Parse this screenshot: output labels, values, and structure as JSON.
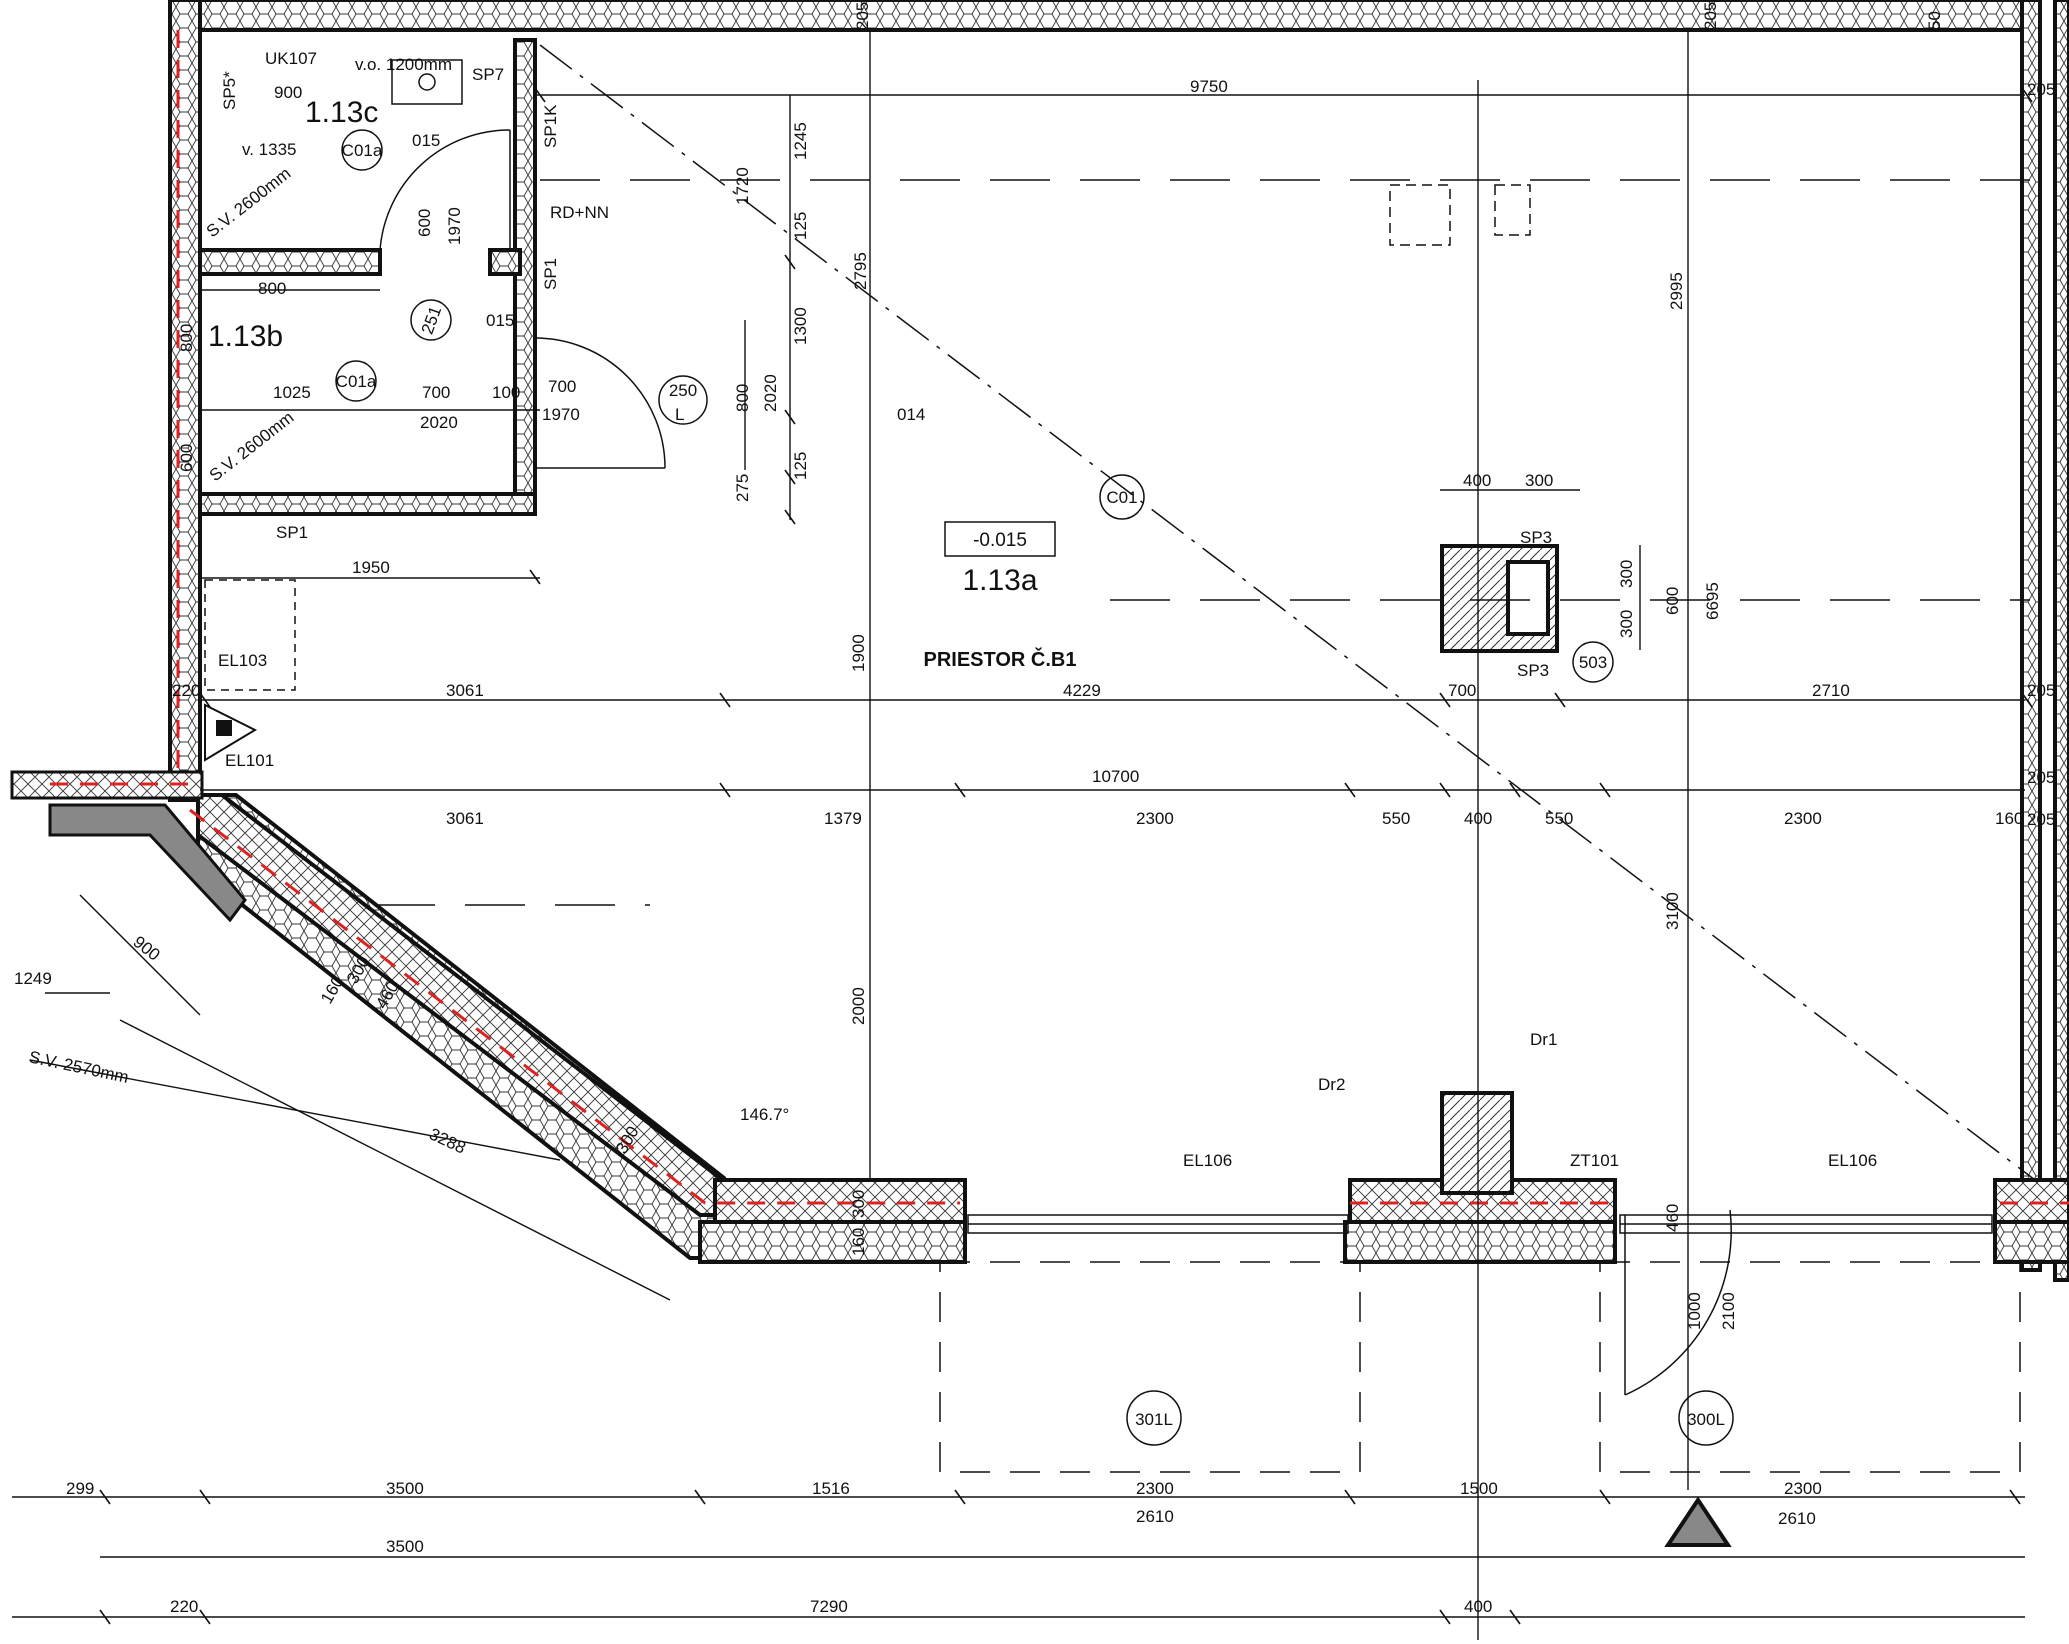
{
  "rooms": {
    "main": {
      "id": "1.13a",
      "name": "PRIESTOR Č.B1",
      "level": "-0.015"
    },
    "wc": {
      "id": "1.13c"
    },
    "storage": {
      "id": "1.13b"
    }
  },
  "notes": {
    "uk": "UK107",
    "sink_height": "v.o. 1200mm",
    "sp5": "SP5*",
    "sp7": "SP7",
    "sp1k": "SP1K",
    "sp1a": "SP1",
    "sp1b": "SP1",
    "rdnn": "RD+NN",
    "height_1335": "v. 1335",
    "sv_wc": "S.V. 2600mm",
    "sv_store": "S.V. 2600mm",
    "sv_ext": "S.V. 2570mm",
    "sp3_top": "SP3",
    "sp3_bottom": "SP3",
    "dr1": "Dr1",
    "dr2": "Dr2",
    "el106_left": "EL106",
    "el106_right": "EL106",
    "zt101": "ZT101",
    "el103": "EL103",
    "el101": "EL101",
    "angle": "146.7°",
    "n014": "014",
    "n015a": "015",
    "n015b": "015",
    "l_mark": "L"
  },
  "tags": {
    "c01a_wc": "C01a",
    "c01a_store": "C01a",
    "c01": "C01",
    "t251": "251",
    "t250": "250",
    "t503": "503",
    "t301l": "301L",
    "t300l": "300L"
  },
  "dims": {
    "d9750": "9750",
    "d205a": "205",
    "d205b": "205",
    "d50": "50",
    "d205r1": "205",
    "d205r2": "205",
    "d205r3": "205",
    "d205r4": "205",
    "d900": "900",
    "d1245": "1245",
    "d1720": "1720",
    "d125a": "125",
    "d2795": "2795",
    "d1300": "1300",
    "d2020v": "2020",
    "d800v2": "800",
    "d125b": "125",
    "d275": "275",
    "d2995": "2995",
    "d600v": "600",
    "d1970v": "1970",
    "d800": "800",
    "d800v": "800",
    "d600vl": "600",
    "d1025": "1025",
    "d700a": "700",
    "d100": "100",
    "d700b": "700",
    "d2020": "2020",
    "d1970": "1970",
    "d400a": "400",
    "d300a": "300",
    "d300b": "300",
    "d600b": "600",
    "d300c": "300",
    "d6695": "6695",
    "d1950": "1950",
    "d1900": "1900",
    "d220a": "220",
    "d3061a": "3061",
    "d4229": "4229",
    "d700c": "700",
    "d2710": "2710",
    "d10700": "10700",
    "d3061b": "3061",
    "d1379": "1379",
    "d2300a": "2300",
    "d550a": "550",
    "d400b": "400",
    "d550b": "550",
    "d2300b": "2300",
    "d160r": "160",
    "d3100": "3100",
    "d2000": "2000",
    "d900d": "900",
    "d1249": "1249",
    "d160a": "160",
    "d300d": "300",
    "d460a": "460",
    "d3288": "3288",
    "d300e": "300",
    "d300f": "300",
    "d160b": "160",
    "d460b": "460",
    "d1000": "1000",
    "d2100": "2100",
    "d299": "299",
    "d3500a": "3500",
    "d1516": "1516",
    "d2300c": "2300",
    "d1500": "1500",
    "d2300d": "2300",
    "d2610a": "2610",
    "d2610b": "2610",
    "d3500b": "3500",
    "d220b": "220",
    "d7290": "7290",
    "d400c": "400"
  }
}
